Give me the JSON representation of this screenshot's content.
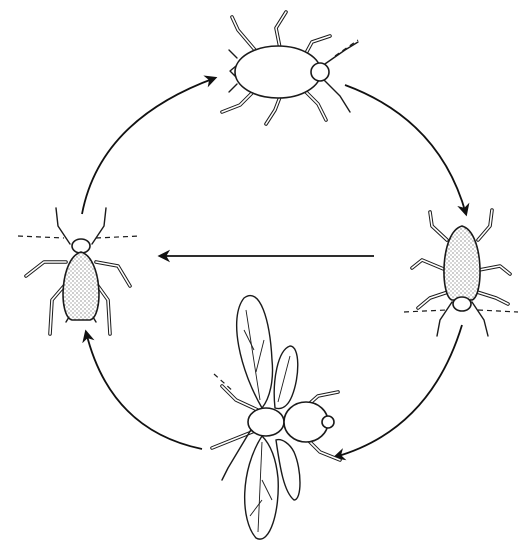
{
  "diagram": {
    "type": "cycle",
    "stages": [
      {
        "id": "top",
        "description": "stage-top-insect"
      },
      {
        "id": "right",
        "description": "stage-right-insect"
      },
      {
        "id": "bottom",
        "description": "stage-bottom-winged-insect"
      },
      {
        "id": "left",
        "description": "stage-left-insect"
      }
    ],
    "arrows": [
      {
        "from": "left",
        "to": "top"
      },
      {
        "from": "top",
        "to": "right"
      },
      {
        "from": "right",
        "to": "bottom"
      },
      {
        "from": "bottom",
        "to": "left"
      },
      {
        "from": "right",
        "to": "left"
      }
    ],
    "colors": {
      "ink": "#1a1a1a",
      "background": "#ffffff"
    }
  }
}
